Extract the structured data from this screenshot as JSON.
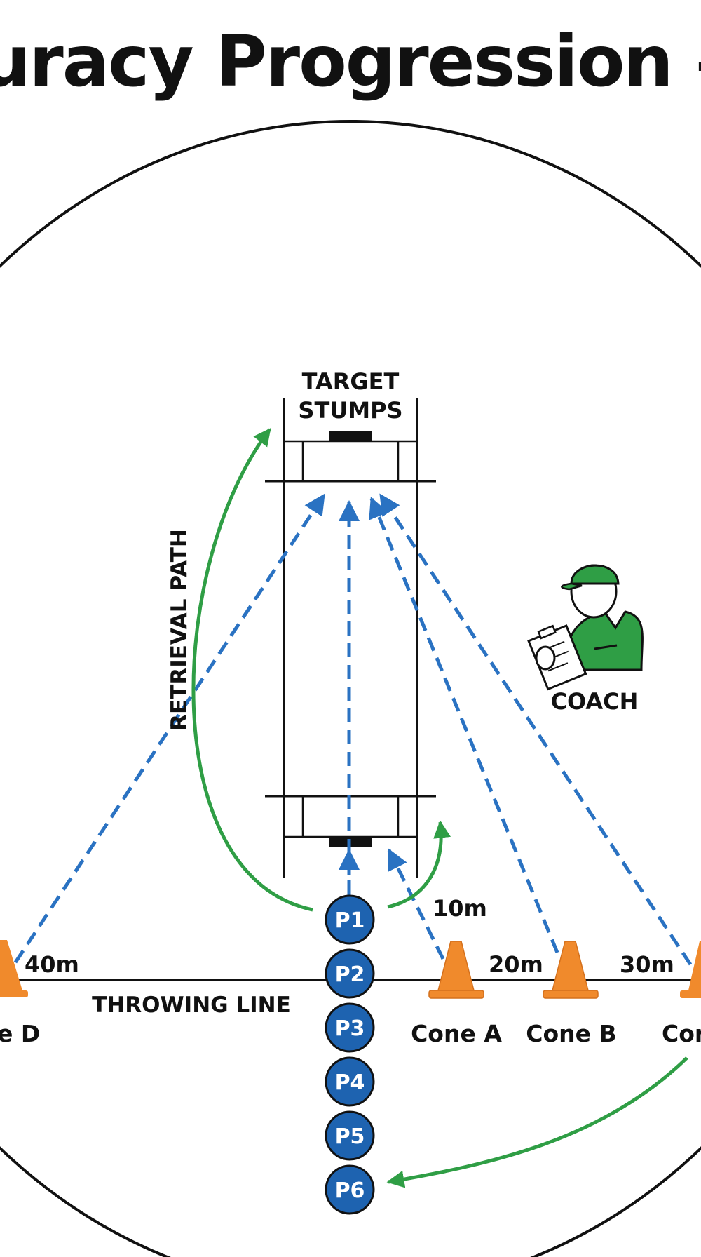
{
  "title": "ccuracy Progression – S",
  "labels": {
    "target_line1": "TARGET",
    "target_line2": "STUMPS",
    "retrieval": "RETRIEVAL PATH",
    "coach": "COACH",
    "throwing_line": "THROWING LINE"
  },
  "distances": {
    "cone_a": "10m",
    "cone_b": "20m",
    "cone_c": "30m",
    "cone_d": "40m"
  },
  "cones": {
    "a": "Cone A",
    "b": "Cone B",
    "c": "Cor",
    "d": "e D"
  },
  "players": [
    "P1",
    "P2",
    "P3",
    "P4",
    "P5",
    "P6"
  ],
  "colors": {
    "throw_path": "#2a72c2",
    "retrieval_path": "#2f9e45",
    "player_fill": "#1e63b0",
    "cone": "#f08a2c",
    "coach_green": "#2f9e45"
  },
  "icons": {
    "cone": "traffic-cone-icon",
    "coach": "coach-with-clipboard-icon"
  }
}
